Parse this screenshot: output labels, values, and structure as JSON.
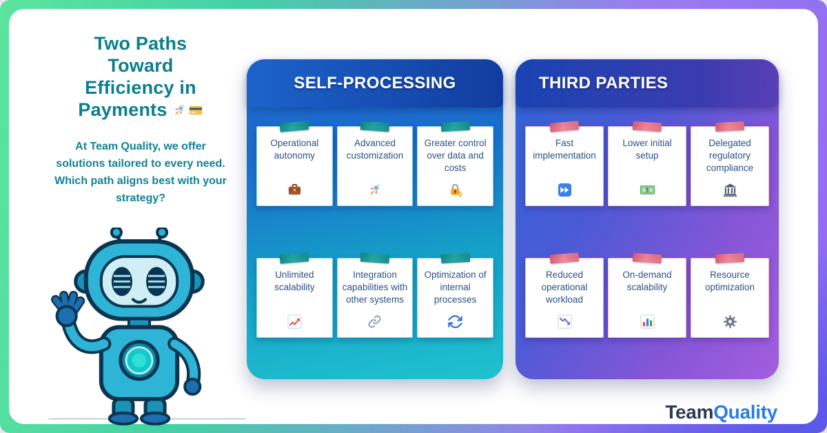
{
  "left": {
    "title_lines": [
      "Two Paths",
      "Toward",
      "Efficiency in",
      "Payments"
    ],
    "title_icons": [
      "rocket-icon",
      "credit-card-icon"
    ],
    "intro": "At Team Quality, we offer solutions tailored to every need. Which path aligns best with your strategy?"
  },
  "panels": [
    {
      "title": "SELF-PROCESSING",
      "cards": [
        {
          "label": "Operational autonomy",
          "icon": "briefcase-icon"
        },
        {
          "label": "Advanced customization",
          "icon": "rocket-icon"
        },
        {
          "label": "Greater control over data and costs",
          "icon": "lock-key-icon"
        },
        {
          "label": "Unlimited scalability",
          "icon": "chart-up-icon"
        },
        {
          "label": "Integration capabilities with other systems",
          "icon": "link-icon"
        },
        {
          "label": "Optimization of internal processes",
          "icon": "refresh-icon"
        }
      ]
    },
    {
      "title": "THIRD PARTIES",
      "cards": [
        {
          "label": "Fast implementation",
          "icon": "fast-forward-icon"
        },
        {
          "label": "Lower initial setup",
          "icon": "banknote-icon"
        },
        {
          "label": "Delegated regulatory compliance",
          "icon": "bank-icon"
        },
        {
          "label": "Reduced operational workload",
          "icon": "chart-down-icon"
        },
        {
          "label": "On-demand scalability",
          "icon": "bar-chart-icon"
        },
        {
          "label": "Resource optimization",
          "icon": "gear-icon"
        }
      ]
    }
  ],
  "logo": {
    "team": "Team",
    "quality": "Quality"
  },
  "colors": {
    "title_teal": "#0b7d8c",
    "intro_teal": "#108292",
    "panel_self_header": "#1a52c2",
    "panel_self_gradient_top": "#1e63cb",
    "panel_self_gradient_bottom": "#1fc3cf",
    "panel_third_header": "#1d44b2",
    "panel_third_gradient_left": "#2f64d4",
    "panel_third_gradient_right": "#a35ede",
    "tape_self": "#17918c",
    "tape_third": "#e0697e",
    "card_text": "#2d5183",
    "logo_team": "#2d3b52",
    "logo_quality": "#2e7ce0",
    "frame_green": "#4cdf9e",
    "frame_purple": "#8e6ff0"
  }
}
